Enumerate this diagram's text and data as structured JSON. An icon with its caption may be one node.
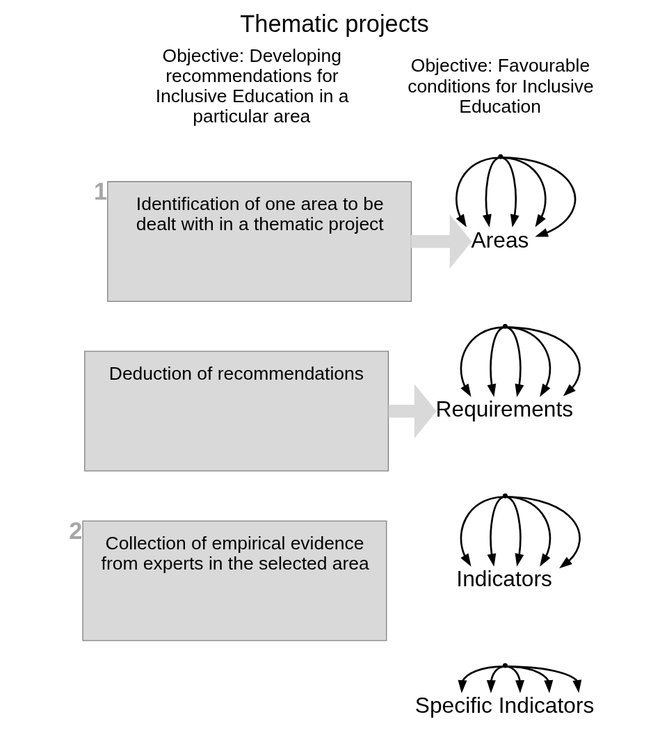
{
  "diagram": {
    "title": "Thematic projects",
    "nodes": [
      {
        "text": [
          "Identification of one area to be dealt with in a thematic project"
        ],
        "beside": [
          "1"
        ]
      },
      {
        "text": [],
        "shape": "point"
      },
      {
        "text": [
          "Areas"
        ]
      },
      {
        "text": [
          "Deduction of recommendations"
        ]
      },
      {
        "text": [],
        "shape": "point"
      },
      {
        "text": [
          "Requirements"
        ]
      },
      {
        "text": [
          "Collection of empirical evidence from experts in the selected area"
        ],
        "beside": [
          "2"
        ]
      },
      {
        "text": [],
        "shape": "point"
      },
      {
        "text": [
          "Indicators"
        ]
      },
      {
        "text": [],
        "shape": "point"
      },
      {
        "text": [
          "Specific Indicators"
        ]
      }
    ],
    "edges": [
      {
        "from": 0,
        "to": 2,
        "arrow": "to",
        "style": "thick",
        "color": "#d9d9d9"
      },
      {
        "from": 3,
        "to": 5,
        "arrow": "to",
        "style": "thick",
        "color": "#d9d9d9"
      },
      {
        "from": 1,
        "to": 2,
        "arrow": "to"
      },
      {
        "from": 1,
        "to": 2,
        "arrow": "to"
      },
      {
        "from": 1,
        "to": 2,
        "arrow": "to"
      },
      {
        "from": 1,
        "to": 2,
        "arrow": "to"
      },
      {
        "from": 1,
        "to": 2,
        "arrow": "to"
      },
      {
        "from": 4,
        "to": 5,
        "arrow": "to"
      },
      {
        "from": 4,
        "to": 5,
        "arrow": "to"
      },
      {
        "from": 4,
        "to": 5,
        "arrow": "to"
      },
      {
        "from": 4,
        "to": 5,
        "arrow": "to"
      },
      {
        "from": 4,
        "to": 5,
        "arrow": "to"
      },
      {
        "from": 7,
        "to": 8,
        "arrow": "to"
      },
      {
        "from": 7,
        "to": 8,
        "arrow": "to"
      },
      {
        "from": 7,
        "to": 8,
        "arrow": "to"
      },
      {
        "from": 7,
        "to": 8,
        "arrow": "to"
      },
      {
        "from": 7,
        "to": 8,
        "arrow": "to"
      },
      {
        "from": 9,
        "to": 10,
        "arrow": "to"
      },
      {
        "from": 9,
        "to": 10,
        "arrow": "to"
      },
      {
        "from": 9,
        "to": 10,
        "arrow": "to"
      },
      {
        "from": 9,
        "to": 10,
        "arrow": "to"
      },
      {
        "from": 9,
        "to": 10,
        "arrow": "to"
      }
    ],
    "labels": [
      "Objective: Developing recommendations for Inclusive Education in a particular area",
      "Objective: Favourable conditions for Inclusive Education"
    ]
  }
}
